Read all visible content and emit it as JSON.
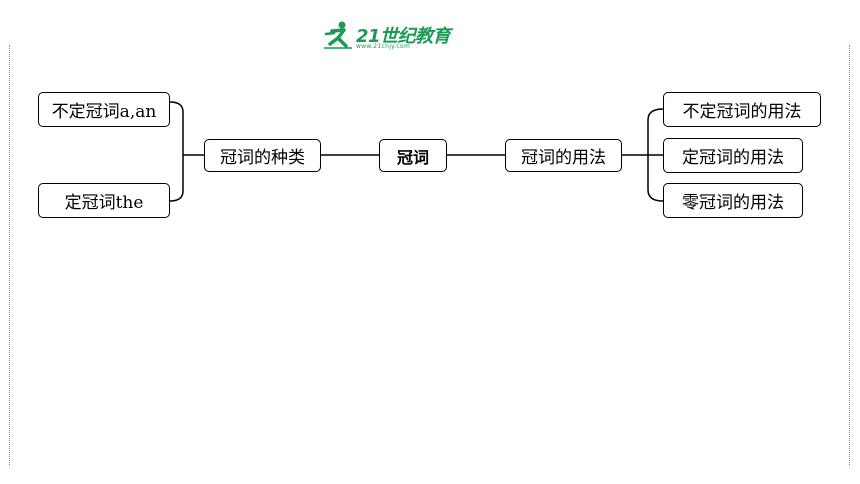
{
  "logo": {
    "brand": "21世纪教育",
    "url": "www.21cnjy.com"
  },
  "diagram": {
    "center": "冠词",
    "left_branch": {
      "label": "冠词的种类",
      "children": [
        "不定冠词a,an",
        "定冠词the"
      ]
    },
    "right_branch": {
      "label": "冠词的用法",
      "children": [
        "不定冠词的用法",
        "定冠词的用法",
        "零冠词的用法"
      ]
    }
  },
  "colors": {
    "logo_green": "#1a9a54",
    "page_border": "#59a882",
    "line": "#000000"
  }
}
